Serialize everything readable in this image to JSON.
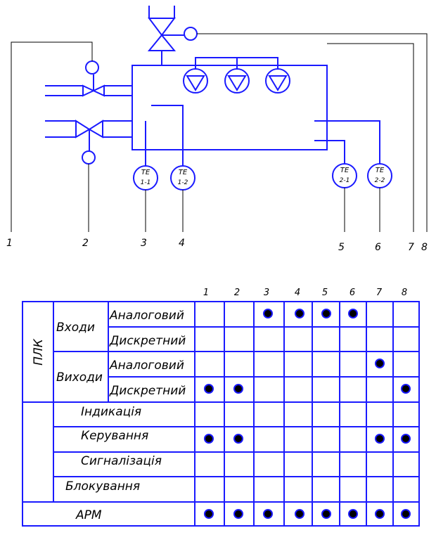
{
  "sensors": [
    {
      "line1": "TE",
      "line2": "1-1"
    },
    {
      "line1": "TE",
      "line2": "1-2"
    },
    {
      "line1": "TE",
      "line2": "2-1"
    },
    {
      "line1": "TE",
      "line2": "2-2"
    }
  ],
  "line_numbers": [
    "1",
    "2",
    "3",
    "4",
    "5",
    "6",
    "7",
    "8"
  ],
  "table": {
    "column_numbers": [
      "1",
      "2",
      "3",
      "4",
      "5",
      "6",
      "7",
      "8"
    ],
    "plc_label": "ПЛК",
    "groups": [
      {
        "label": "Входи",
        "rows": [
          {
            "label": "Аналоговий",
            "marks": [
              false,
              false,
              true,
              true,
              true,
              true,
              false,
              false
            ]
          },
          {
            "label": "Дискретний",
            "marks": [
              false,
              false,
              false,
              false,
              false,
              false,
              false,
              false
            ]
          }
        ]
      },
      {
        "label": "Виходи",
        "rows": [
          {
            "label": "Аналоговий",
            "marks": [
              false,
              false,
              false,
              false,
              false,
              false,
              true,
              false
            ]
          },
          {
            "label": "Дискретний",
            "marks": [
              true,
              true,
              false,
              false,
              false,
              false,
              false,
              true
            ]
          }
        ]
      }
    ],
    "functions": [
      {
        "label": "Індикація",
        "marks": [
          false,
          false,
          false,
          false,
          false,
          false,
          false,
          false
        ]
      },
      {
        "label": "Керування",
        "marks": [
          true,
          true,
          false,
          false,
          false,
          false,
          true,
          true
        ]
      },
      {
        "label": "Сигналізація",
        "marks": [
          false,
          false,
          false,
          false,
          false,
          false,
          false,
          false
        ]
      },
      {
        "label": "Блокування",
        "marks": [
          false,
          false,
          false,
          false,
          false,
          false,
          false,
          false
        ]
      }
    ],
    "arm": {
      "label": "АРМ",
      "marks": [
        true,
        true,
        true,
        true,
        true,
        true,
        true,
        true
      ]
    }
  }
}
